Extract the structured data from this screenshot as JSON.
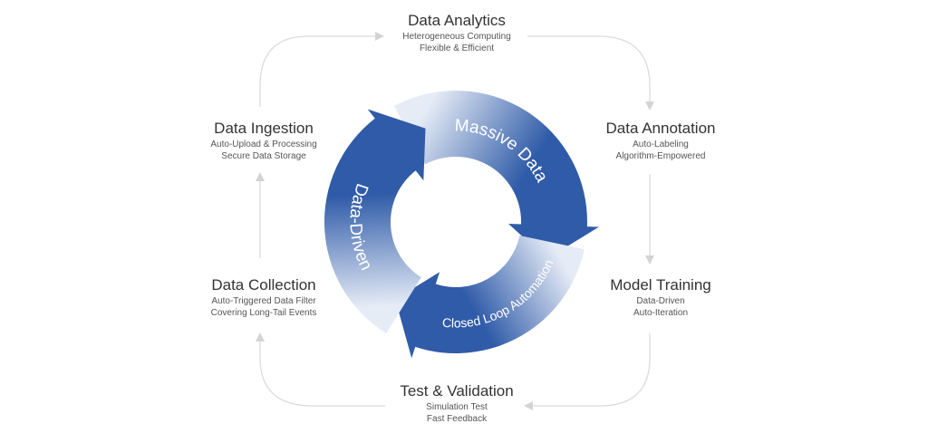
{
  "ring": {
    "segments": [
      {
        "label": "Massive Data"
      },
      {
        "label": "Closed Loop Automation"
      },
      {
        "label": "Data-Driven"
      }
    ],
    "colors": {
      "dark": "#2f5ba8",
      "light": "#e6ecf6",
      "text": "#ffffff"
    }
  },
  "nodes": [
    {
      "id": "data-analytics",
      "title": "Data Analytics",
      "lines": [
        "Heterogeneous Computing",
        "Flexible & Efficient"
      ]
    },
    {
      "id": "data-annotation",
      "title": "Data Annotation",
      "lines": [
        "Auto-Labeling",
        "Algorithm-Empowered"
      ]
    },
    {
      "id": "model-training",
      "title": "Model Training",
      "lines": [
        "Data-Driven",
        "Auto-Iteration"
      ]
    },
    {
      "id": "test-validation",
      "title": "Test & Validation",
      "lines": [
        "Simulation Test",
        "Fast Feedback"
      ]
    },
    {
      "id": "data-collection",
      "title": "Data Collection",
      "lines": [
        "Auto-Triggered Data Filter",
        "Covering Long-Tail Events"
      ]
    },
    {
      "id": "data-ingestion",
      "title": "Data Ingestion",
      "lines": [
        "Auto-Upload & Processing",
        "Secure Data Storage"
      ]
    }
  ],
  "connector_color": "#d9d9d9"
}
